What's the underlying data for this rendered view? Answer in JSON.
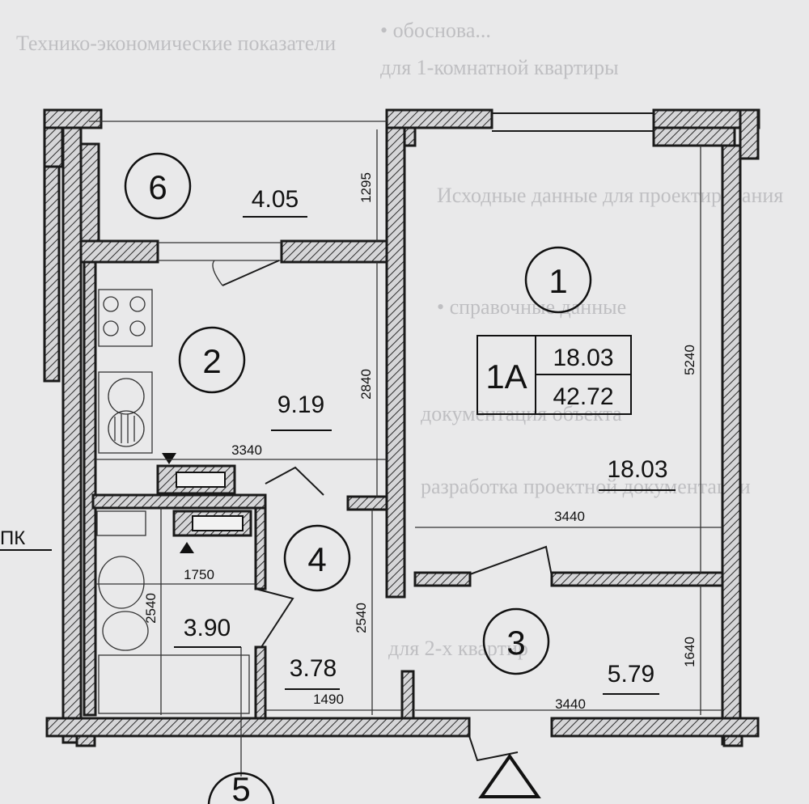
{
  "rooms": [
    {
      "number": "1",
      "area": "18.03"
    },
    {
      "number": "2",
      "area": "9.19"
    },
    {
      "number": "3",
      "area": "5.79"
    },
    {
      "number": "4",
      "area": "3.78"
    },
    {
      "number": "5"
    },
    {
      "number": "6",
      "area": "4.05"
    }
  ],
  "bathroom_area": "3.90",
  "apartment": {
    "type": "1A",
    "living_area": "18.03",
    "total_area": "42.72"
  },
  "dimensions": {
    "balcony_depth": "1295",
    "kitchen_depth": "2840",
    "kitchen_width": "3340",
    "room1_length": "5240",
    "room1_width": "3440",
    "bath_width": "1750",
    "bath_depth": "2540",
    "hall_depth": "2540",
    "hall_width": "1490",
    "entry_width": "3440",
    "entry_depth": "1640"
  },
  "side_label": "ПК",
  "background_text": [
    "• обоснова...",
    "Технико-экономические показатели",
    "для 1-комнатной квартиры",
    "Исходные данные для проектирования",
    "• справочные данные",
    "документация объекта",
    "разработка проектной документации",
    "для 2-х квартир"
  ]
}
